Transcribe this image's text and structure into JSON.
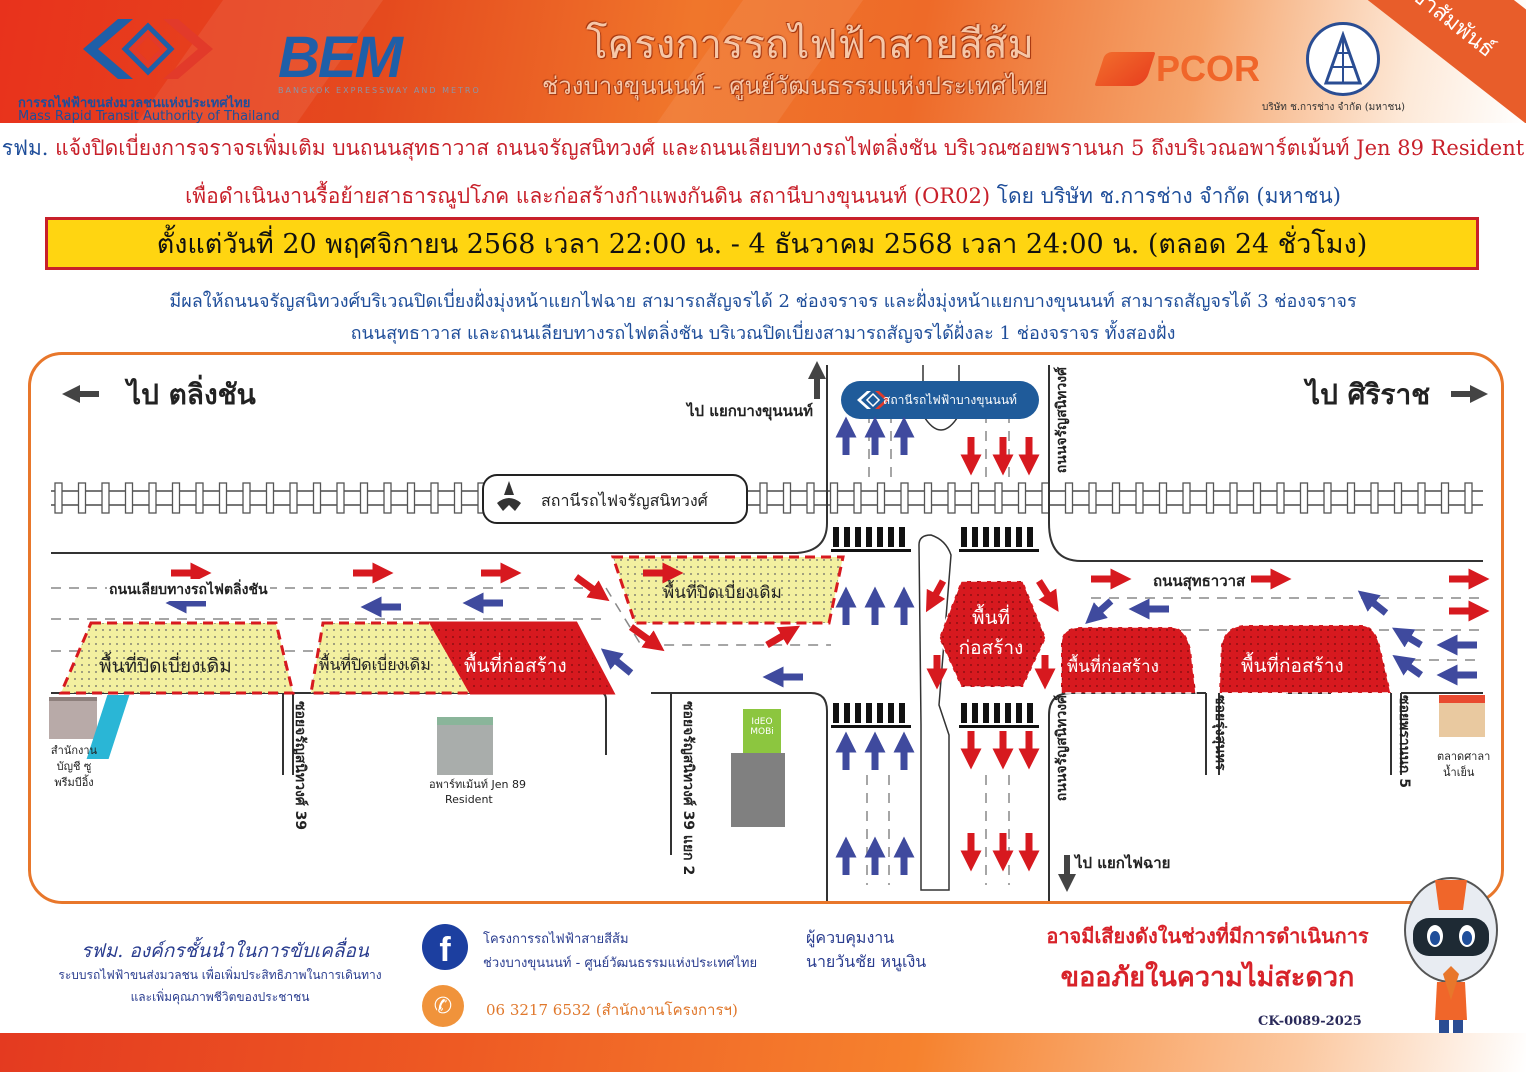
{
  "header": {
    "mrta_name_th": "การรถไฟฟ้าขนส่งมวลชนแห่งประเทศไทย",
    "mrta_name_en": "Mass Rapid Transit Authority of Thailand",
    "bem_logo": "BEM",
    "bem_tagline": "BANGKOK EXPRESSWAY AND METRO",
    "project_title": "โครงการรถไฟฟ้าสายสีส้ม",
    "project_section": "ช่วงบางขุนนนท์ - ศูนย์วัฒนธรรมแห่งประเทศไทย",
    "pcor_logo": "PCOR",
    "contractor_name": "บริษัท ช.การช่าง จำกัด (มหาชน)",
    "ribbon": "ประชาสัมพันธ์"
  },
  "announcement": {
    "agency": "รฟม.",
    "line1": "แจ้งปิดเบี่ยงการจราจรเพิ่มเติม บนถนนสุทธาวาส ถนนจรัญสนิทวงศ์ และถนนเลียบทางรถไฟตลิ่งชัน บริเวณซอยพรานนก 5 ถึงบริเวณอพาร์ตเม้นท์ Jen 89 Resident",
    "line2_red": "เพื่อดำเนินงานรื้อย้ายสาธารณูปโภค และก่อสร้างกำแพงกันดิน สถานีบางขุนนนท์ (OR02)",
    "line2_blue": "โดย บริษัท ช.การช่าง จำกัด (มหาชน)",
    "period": "ตั้งแต่วันที่ 20 พฤศจิกายน 2568 เวลา 22:00 น. - 4 ธันวาคม 2568 เวลา 24:00 น. (ตลอด 24 ชั่วโมง)",
    "effect1": "มีผลให้ถนนจรัญสนิทวงศ์บริเวณปิดเบี่ยงฝั่งมุ่งหน้าแยกไฟฉาย สามารถสัญจรได้ 2 ช่องจราจร และฝั่งมุ่งหน้าแยกบางขุนนนท์ สามารถสัญจรได้ 3 ช่องจราจร",
    "effect2": "ถนนสุทธาวาส และถนนเลียบทางรถไฟตลิ่งชัน บริเวณปิดเบี่ยงสามารถสัญจรได้ฝั่งละ 1 ช่องจราจร ทั้งสองฝั่ง"
  },
  "map": {
    "to_taling_chan": "ไป ตลิ่งชัน",
    "to_siriraj": "ไป ศิริราช",
    "to_bang_khun_non_junction": "ไป แยกบางขุนนนท์",
    "to_fai_chai_junction": "ไป แยกไฟฉาย",
    "mrt_station": "สถานีรถไฟฟ้าบางขุนนนท์",
    "rail_station": "สถานีรถไฟจรัญสนิทวงศ์",
    "road_charan_upper": "ถนนจรัญสนิทวงศ์",
    "road_charan_lower": "ถนนจรัญสนิทวงศ์",
    "road_railway": "ถนนเลียบทางรถไฟตลิ่งชัน",
    "road_sutthawat": "ถนนสุทธาวาส",
    "zone_old_closure": "พื้นที่ปิดเบี่ยงเดิม",
    "zone_construction": "พื้นที่ก่อสร้าง",
    "zone_construction_center_1": "พื้นที่",
    "zone_construction_center_2": "ก่อสร้าง",
    "soi_charan_39": "ซอยจรัญสนิทวงศ์ 39",
    "soi_charan_39_2": "ซอยจรัญสนิทวงศ์ 39 แยก 2",
    "soi_sunthorn": "ซอยรุ่งสุนทร",
    "soi_phrannok_5": "ซอยพรานนก 5",
    "landmark_office": "สำนักงาน บัญชี ซูพรีมบีอิ้ง",
    "landmark_apartment_1": "อพาร์ทเม้นท์ Jen 89",
    "landmark_apartment_2": "Resident",
    "landmark_ideo": "IdEO MOBi",
    "landmark_market_1": "ตลาดศาลา",
    "landmark_market_2": "น้ำเย็น",
    "colors": {
      "old_closure": "#f3f0a0",
      "construction": "#d7191f",
      "flow_outbound": "#d7191f",
      "flow_inbound": "#3f4a9e",
      "border": "#e8772b"
    }
  },
  "footer": {
    "slogan_title": "รฟม. องค์กรชั้นนำในการขับเคลื่อน",
    "slogan_line1": "ระบบรถไฟฟ้าขนส่งมวลชน เพื่อเพิ่มประสิทธิภาพในการเดินทาง",
    "slogan_line2": "และเพิ่มคุณภาพชีวิตของประชาชน",
    "facebook_icon": "f",
    "facebook_line1": "โครงการรถไฟฟ้าสายสีส้ม",
    "facebook_line2": "ช่วงบางขุนนนท์ - ศูนย์วัฒนธรรมแห่งประเทศไทย",
    "phone_icon": "✆",
    "phone": "06 3217 6532 (สำนักงานโครงการฯ)",
    "supervisor_title": "ผู้ควบคุมงาน",
    "supervisor_name": "นายวันชัย หนูเงิน",
    "noise_notice": "อาจมีเสียงดังในช่วงที่มีการดำเนินการ",
    "apology": "ขออภัยในความไม่สะดวก",
    "doc_code": "CK-0089-2025"
  }
}
